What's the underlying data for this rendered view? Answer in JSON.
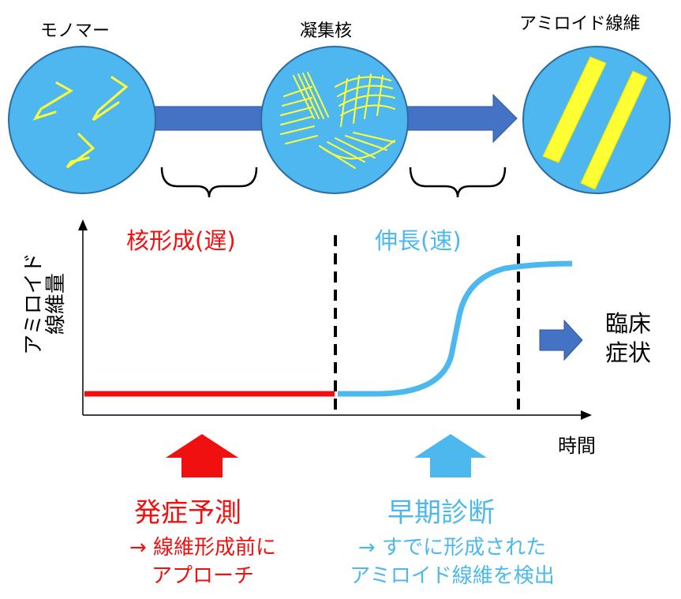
{
  "stages": {
    "monomer": "モノマー",
    "nucleus": "凝集核",
    "fibril": "アミロイド線維"
  },
  "phases": {
    "nucleation": "核形成(遅)",
    "elongation": "伸長(速)"
  },
  "axes": {
    "y_line1": "アミロイド",
    "y_line2": "線維量",
    "x": "時間"
  },
  "clinical": {
    "line1": "臨床",
    "line2": "症状"
  },
  "prediction": {
    "title": "発症予測",
    "line1": "→ 線維形成前に",
    "line2": "アプローチ"
  },
  "diagnosis": {
    "title": "早期診断",
    "line1": "→ すでに形成された",
    "line2": "アミロイド線維を検出"
  },
  "colors": {
    "circle_fill": "#4eb7ef",
    "circle_stroke": "#2b6da3",
    "flow_arrow": "#4472c4",
    "fibril_yellow": "#ffff33",
    "red": "#f01010",
    "blue": "#4cb8ee"
  }
}
